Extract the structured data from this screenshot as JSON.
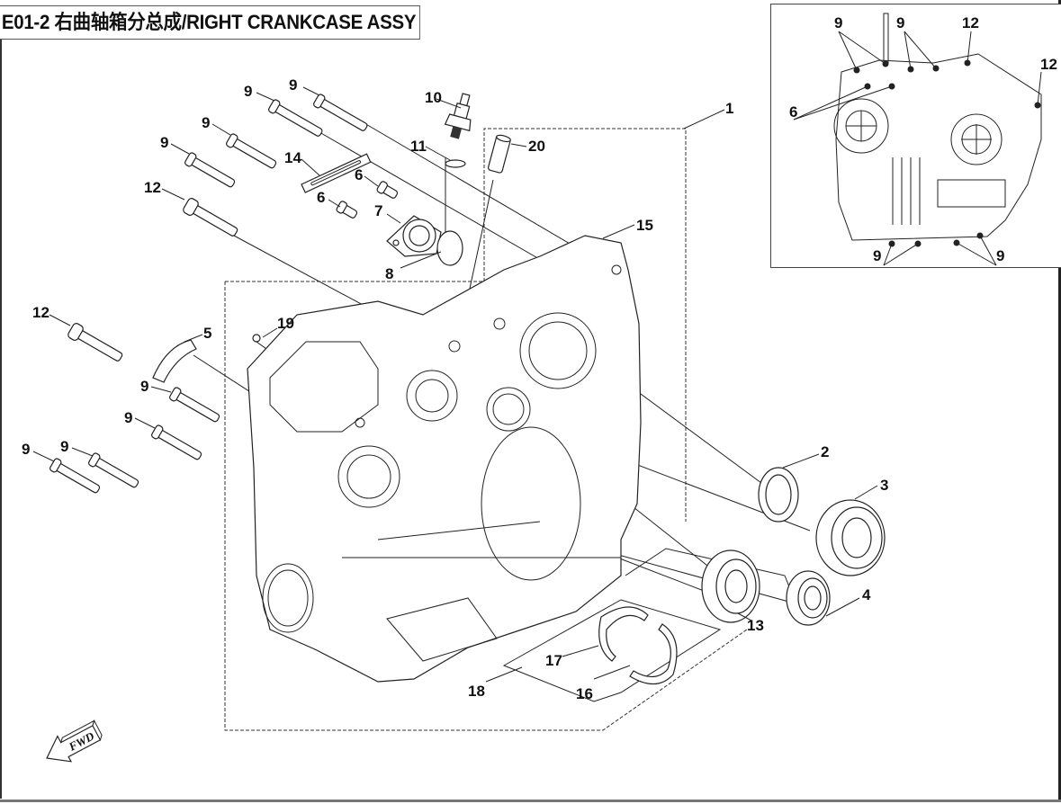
{
  "diagram": {
    "title": "E01-2 右曲轴箱分总成/RIGHT CRANKCASE ASSY",
    "direction_label": "FWD",
    "callouts": {
      "c1": "1",
      "c2": "2",
      "c3": "3",
      "c4": "4",
      "c5": "5",
      "c6a": "6",
      "c6b": "6",
      "c7": "7",
      "c8": "8",
      "c9a": "9",
      "c9b": "9",
      "c9c": "9",
      "c9d": "9",
      "c9e": "9",
      "c9f": "9",
      "c9g": "9",
      "c9h": "9",
      "c10": "10",
      "c11": "11",
      "c12a": "12",
      "c12b": "12",
      "c13": "13",
      "c14": "14",
      "c15": "15",
      "c16": "16",
      "c17": "17",
      "c18": "18",
      "c19": "19",
      "c20": "20"
    },
    "inset": {
      "callouts": {
        "i9a": "9",
        "i9b": "9",
        "i12a": "12",
        "i12b": "12",
        "i6": "6",
        "i9c": "9",
        "i9d": "9"
      }
    }
  }
}
